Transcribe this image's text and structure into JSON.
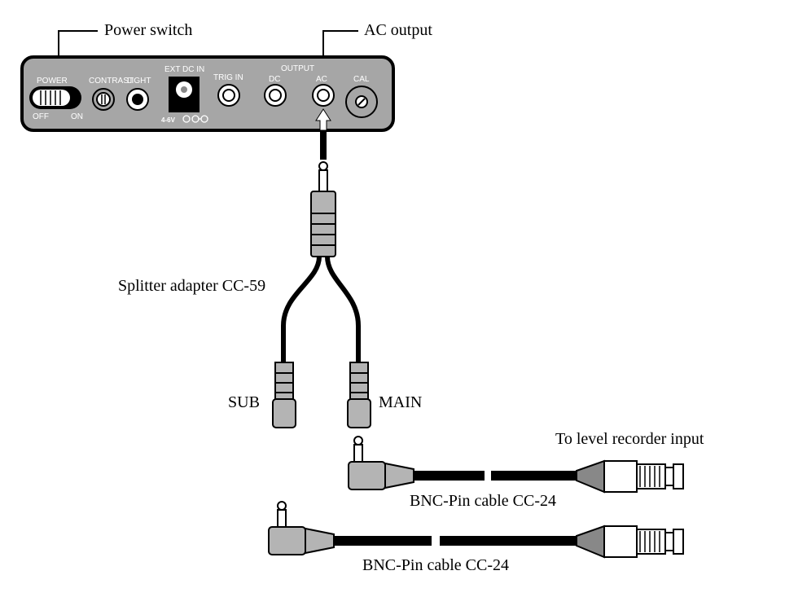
{
  "callouts": {
    "power_switch": "Power switch",
    "ac_output": "AC output"
  },
  "panel": {
    "power": "POWER",
    "off": "OFF",
    "on": "ON",
    "contrast": "CONTRAST",
    "light": "LIGHT",
    "ext_dc_in": "EXT DC IN",
    "voltage": "4-6V",
    "trig_in": "TRIG IN",
    "output": "OUTPUT",
    "dc": "DC",
    "ac": "AC",
    "cal": "CAL"
  },
  "labels": {
    "splitter": "Splitter adapter CC-59",
    "sub": "SUB",
    "main": "MAIN",
    "recorder": "To level recorder input",
    "cable1": "BNC-Pin cable CC-24",
    "cable2": "BNC-Pin cable CC-24"
  },
  "colors": {
    "panel": "#a6a6a6",
    "connector": "#b4b4b4",
    "cable": "#000000"
  }
}
